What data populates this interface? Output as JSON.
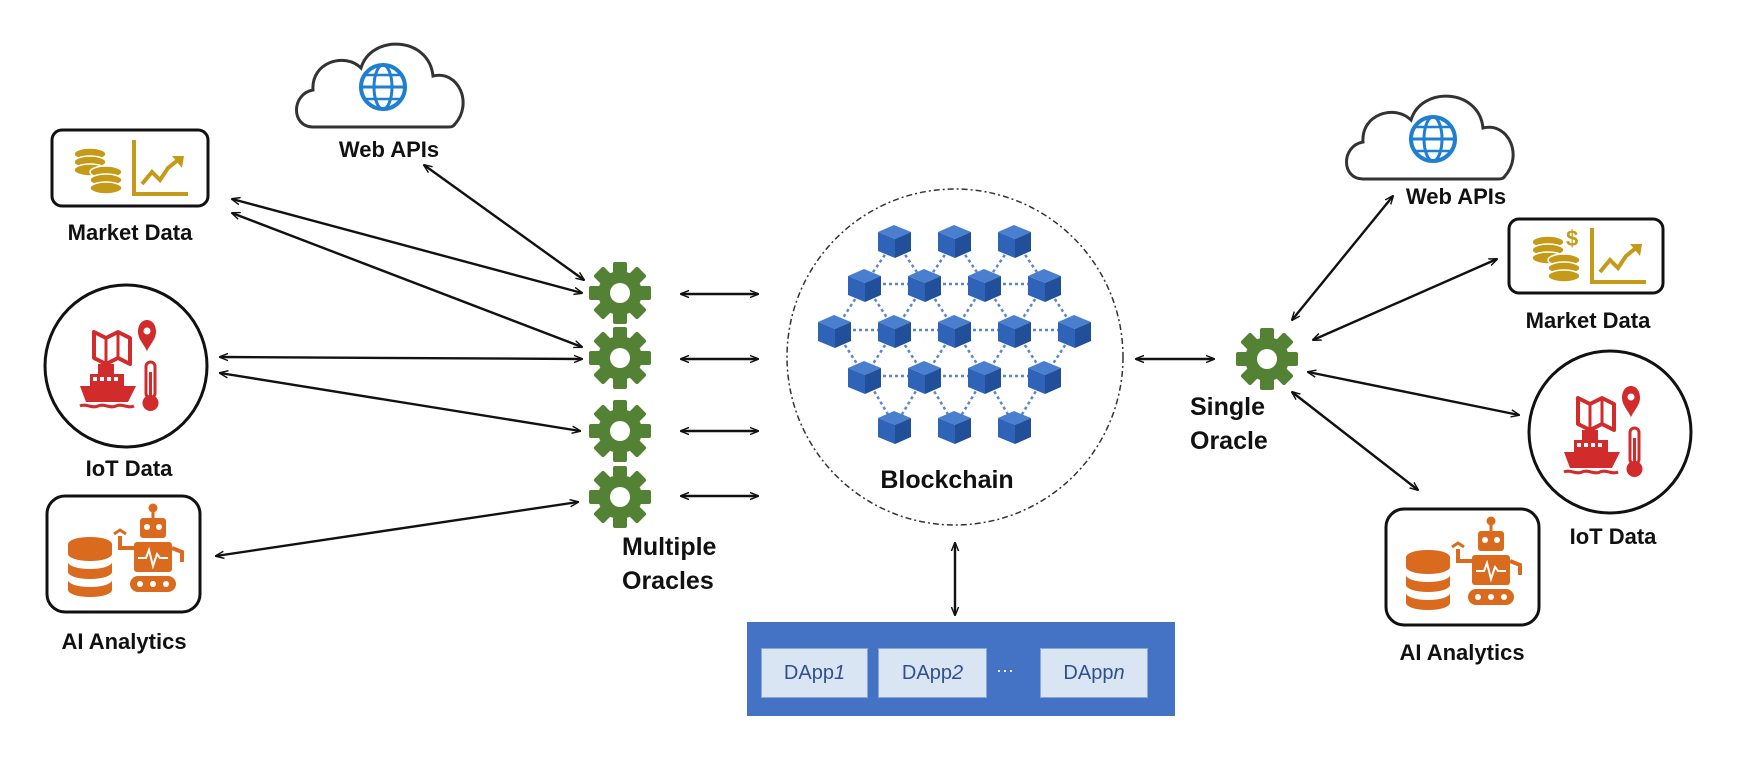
{
  "left": {
    "web_apis": "Web APIs",
    "market_data": "Market Data",
    "iot_data": "IoT Data",
    "ai_analytics": "AI Analytics",
    "oracles_line1": "Multiple",
    "oracles_line2": "Oracles"
  },
  "center": {
    "blockchain": "Blockchain"
  },
  "right": {
    "web_apis": "Web APIs",
    "market_data": "Market Data",
    "iot_data": "IoT Data",
    "ai_analytics": "AI Analytics",
    "oracle_line1": "Single",
    "oracle_line2": "Oracle"
  },
  "dapps": {
    "items": [
      {
        "prefix": "DApp",
        "suffix": "1"
      },
      {
        "prefix": "DApp",
        "suffix": "2"
      },
      {
        "prefix": "DApp",
        "suffix": "n"
      }
    ],
    "ellipsis": "···"
  },
  "colors": {
    "cloud_outline": "#333333",
    "globe": "#1f7fd1",
    "gold": "#c59a18",
    "red": "#d12b2b",
    "orange": "#d96a1e",
    "gear": "#548235",
    "cube_front": "#2e63b8",
    "cube_top": "#4a7fd0",
    "cube_side": "#214f99",
    "dapp_bar": "#4472c4"
  }
}
